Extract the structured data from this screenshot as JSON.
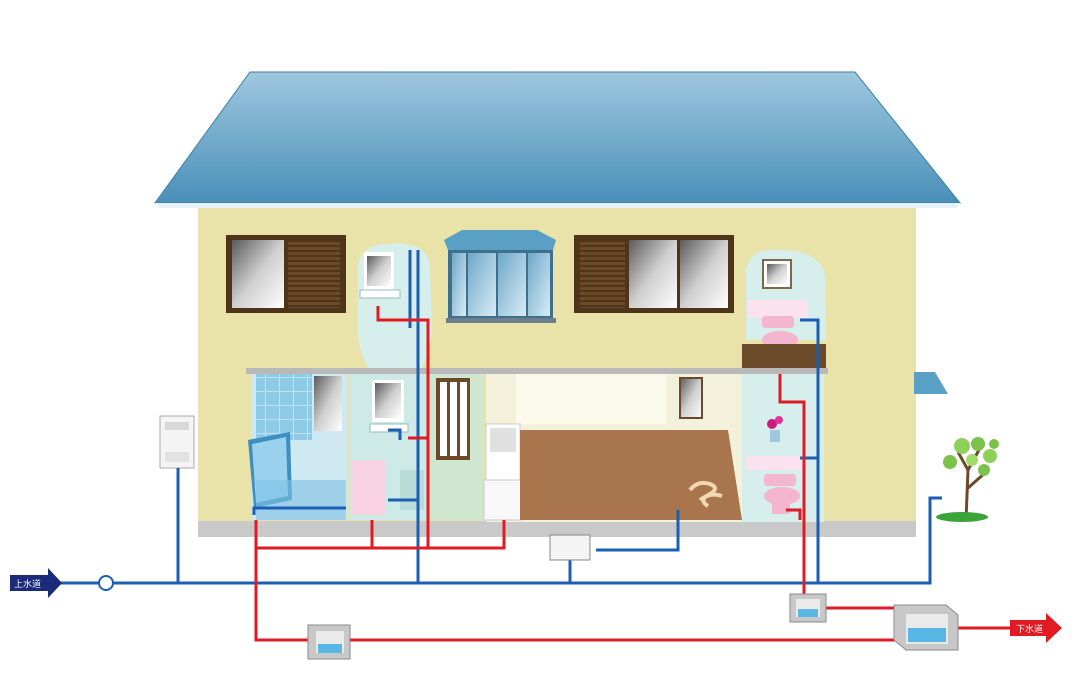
{
  "labels": {
    "water_supply": "上水道",
    "sewer": "下水道"
  },
  "colors": {
    "supply_pipe": "#1a5fb4",
    "drain_pipe": "#e01b24",
    "roof": "#5a9fc4",
    "wall": "#e8e2a8",
    "supply_arrow": "#1c2a7a",
    "sewer_arrow": "#e01b24"
  },
  "icons": [
    "house-diagram",
    "water-heater-icon",
    "meter-icon",
    "sink-icon",
    "toilet-icon",
    "bathtub-icon",
    "plant-icon",
    "drain-basin-icon"
  ]
}
